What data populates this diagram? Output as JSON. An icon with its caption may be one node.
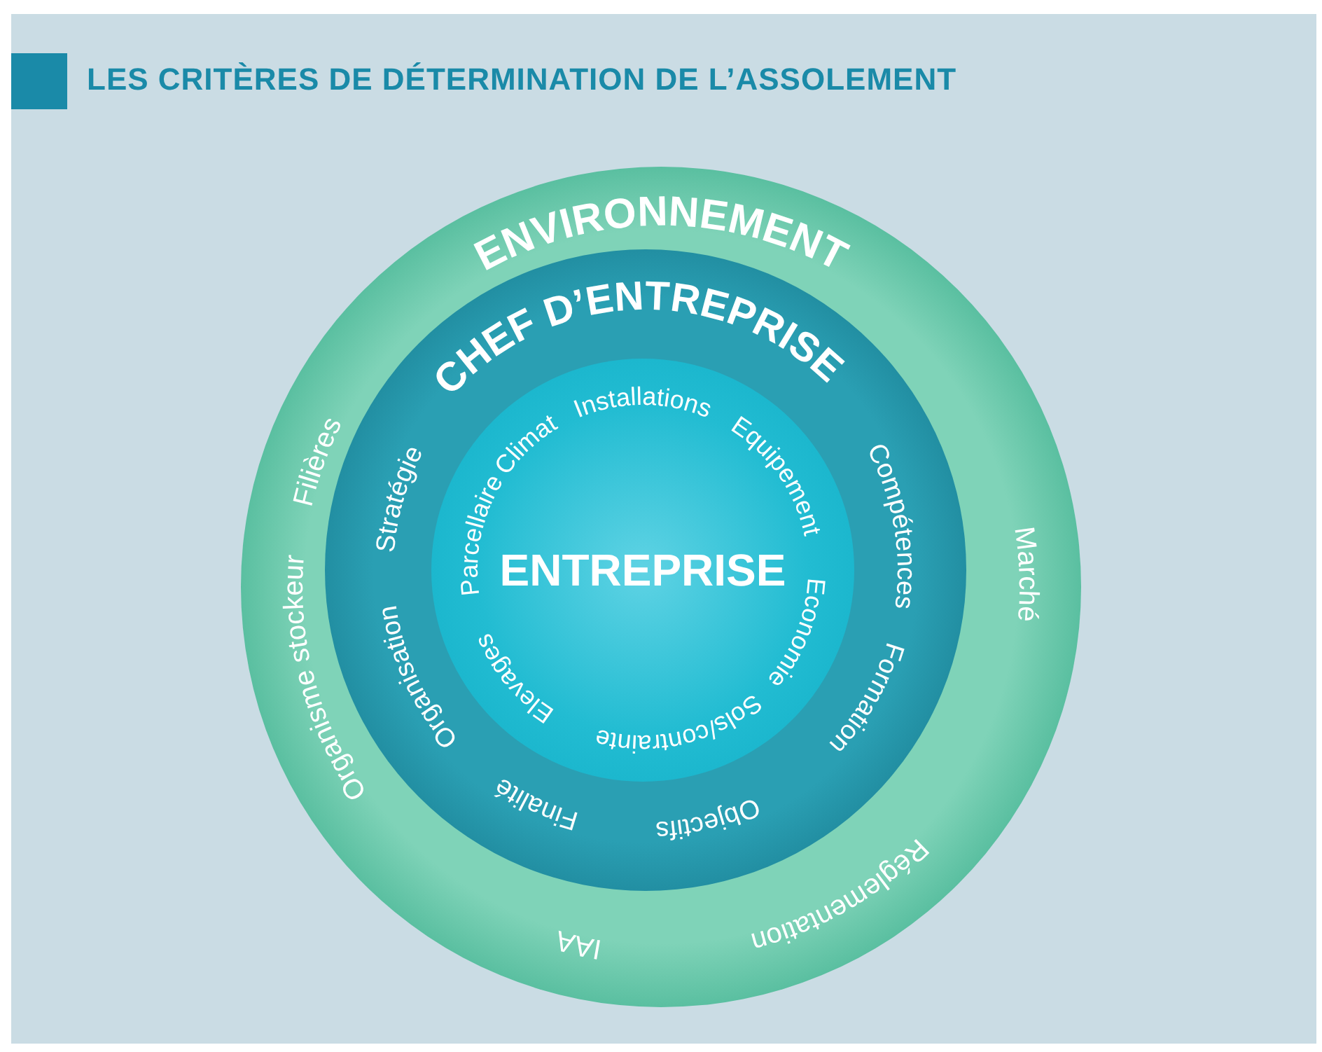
{
  "diagram": {
    "title": "LES CRITÈRES DE DÉTERMINATION DE L’ASSOLEMENT",
    "nodes": [
      {
        "text": [
          "ENVIRONNEMENT",
          "Filières",
          "Marché",
          "Organisme stockeur",
          "Réglementation",
          "IAA"
        ]
      },
      {
        "text": [
          "CHEF D’ENTREPRISE",
          "Stratégie",
          "Compétences",
          "Organisation",
          "Formation",
          "Finalité",
          "Objectifs"
        ],
        "in": 0
      },
      {
        "text": [
          "ENTREPRISE",
          "Installations",
          "Climat",
          "Equipement",
          "Parcellaire",
          "Economie",
          "Elevages",
          "Sols/contrainte"
        ],
        "in": 1
      }
    ]
  }
}
